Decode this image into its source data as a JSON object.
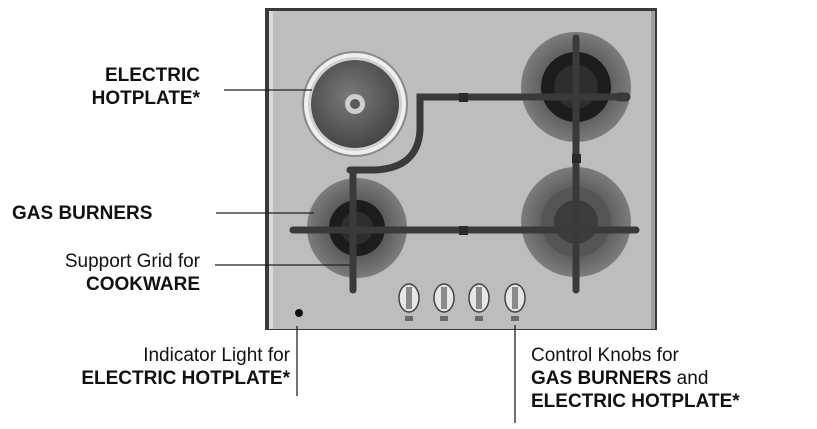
{
  "labels": {
    "electric_hotplate": {
      "line1": "ELECTRIC",
      "line2": "HOTPLATE*"
    },
    "gas_burners": "GAS BURNERS",
    "support_grid": {
      "line1": "Support Grid for",
      "line2": "COOKWARE"
    },
    "indicator_light": {
      "line1": "Indicator Light for",
      "line2": "ELECTRIC HOTPLATE*"
    },
    "control_knobs": {
      "line1": "Control Knobs for",
      "line2_bold": "GAS BURNERS",
      "line2_rest": " and",
      "line3": "ELECTRIC HOTPLATE*"
    }
  },
  "colors": {
    "hob_surface": "#bdbdbd",
    "burner_ring": "#6a6a6a",
    "burner_cap": "#222222",
    "grid_bar": "#3f3f3f",
    "hotplate": "#595959",
    "hotplate_rim": "#e8e8e8"
  },
  "icons": [
    "electric-hotplate-icon",
    "gas-burner-icon",
    "support-grid-icon",
    "control-knob-icon",
    "indicator-light-icon"
  ]
}
